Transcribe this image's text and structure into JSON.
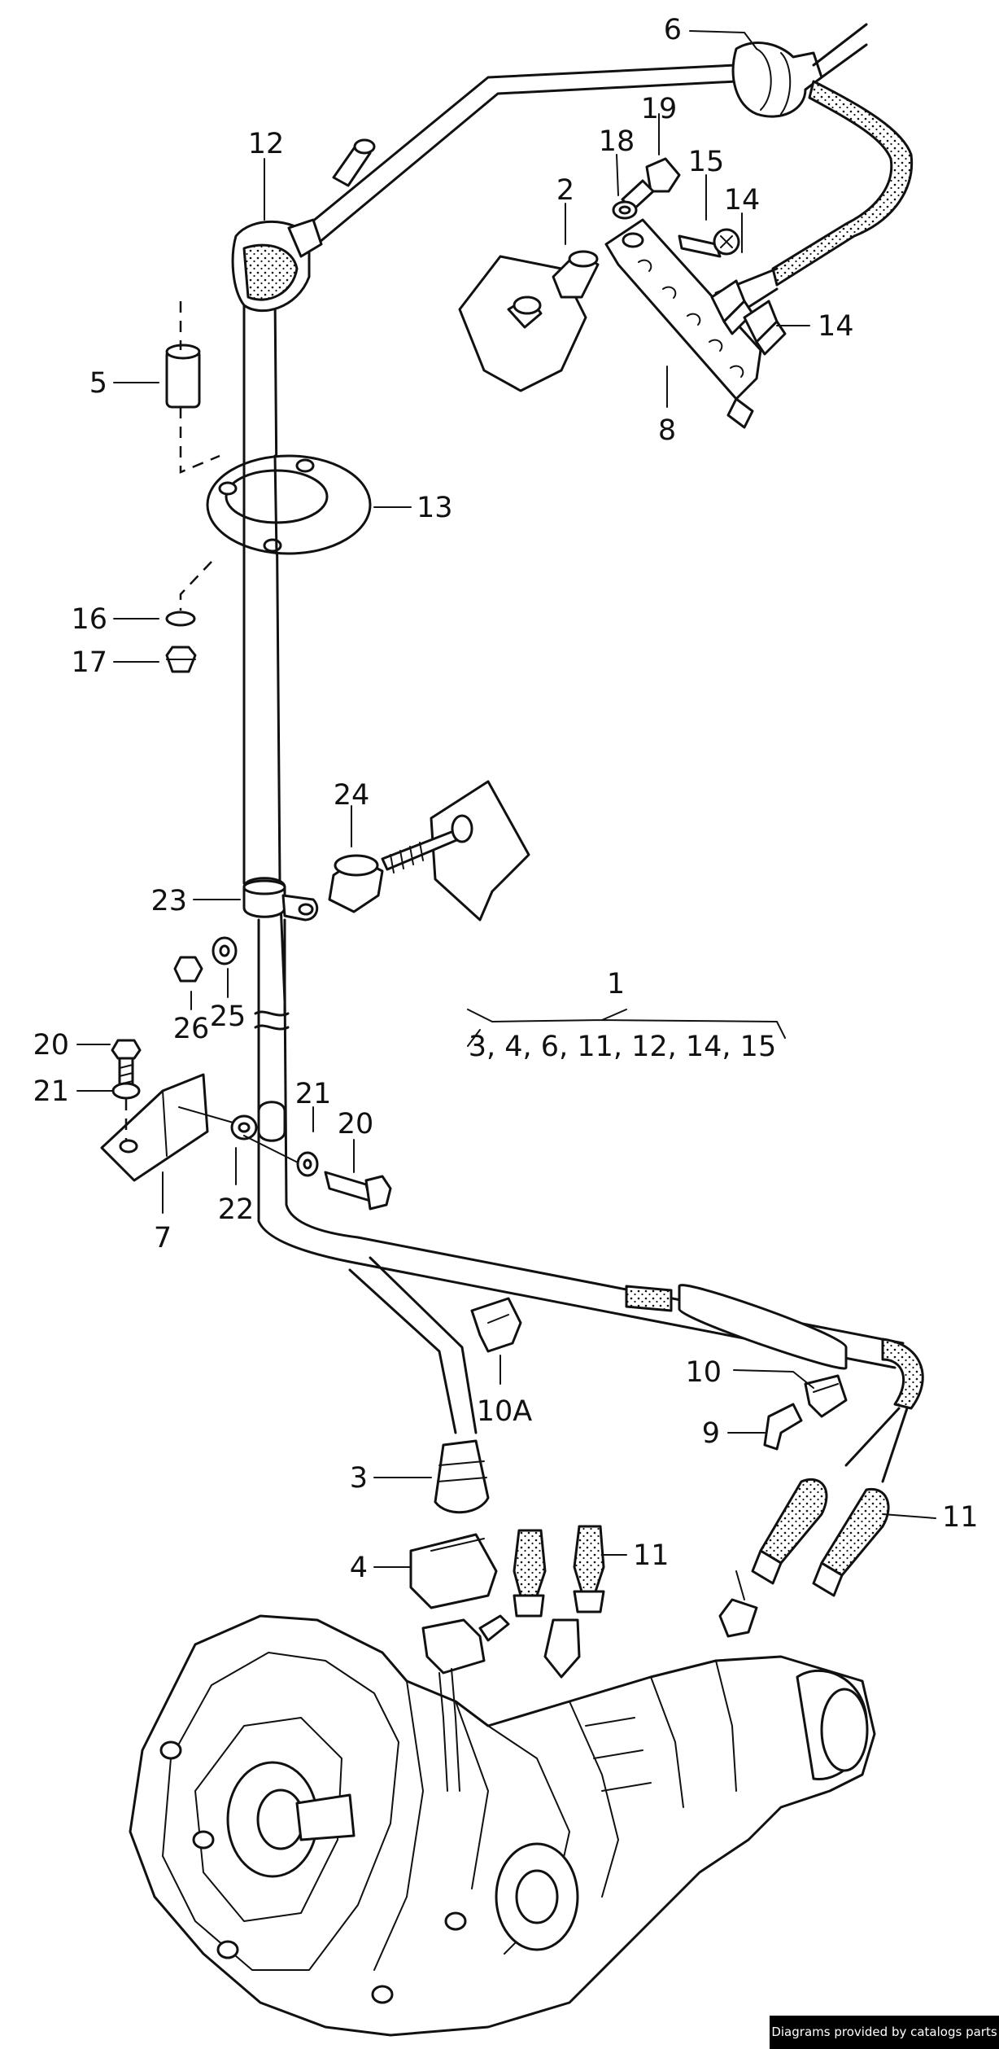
{
  "callouts": {
    "c1": "1",
    "c1_group": "3, 4, 6, 11, 12, 14, 15",
    "c2": "2",
    "c3": "3",
    "c4": "4",
    "c5": "5",
    "c6": "6",
    "c7": "7",
    "c8": "8",
    "c9": "9",
    "c10": "10",
    "c10a": "10A",
    "c11a": "11",
    "c11b": "11",
    "c12": "12",
    "c13": "13",
    "c14a": "14",
    "c14b": "14",
    "c15": "15",
    "c16": "16",
    "c17": "17",
    "c18": "18",
    "c19": "19",
    "c20a": "20",
    "c20b": "20",
    "c21a": "21",
    "c21b": "21",
    "c22": "22",
    "c23": "23",
    "c24": "24",
    "c25": "25",
    "c26": "26"
  },
  "credit": "Diagrams provided by catalogs parts",
  "colors": {
    "ink": "#111111",
    "paper": "#ffffff",
    "credit_bg": "#000000"
  }
}
